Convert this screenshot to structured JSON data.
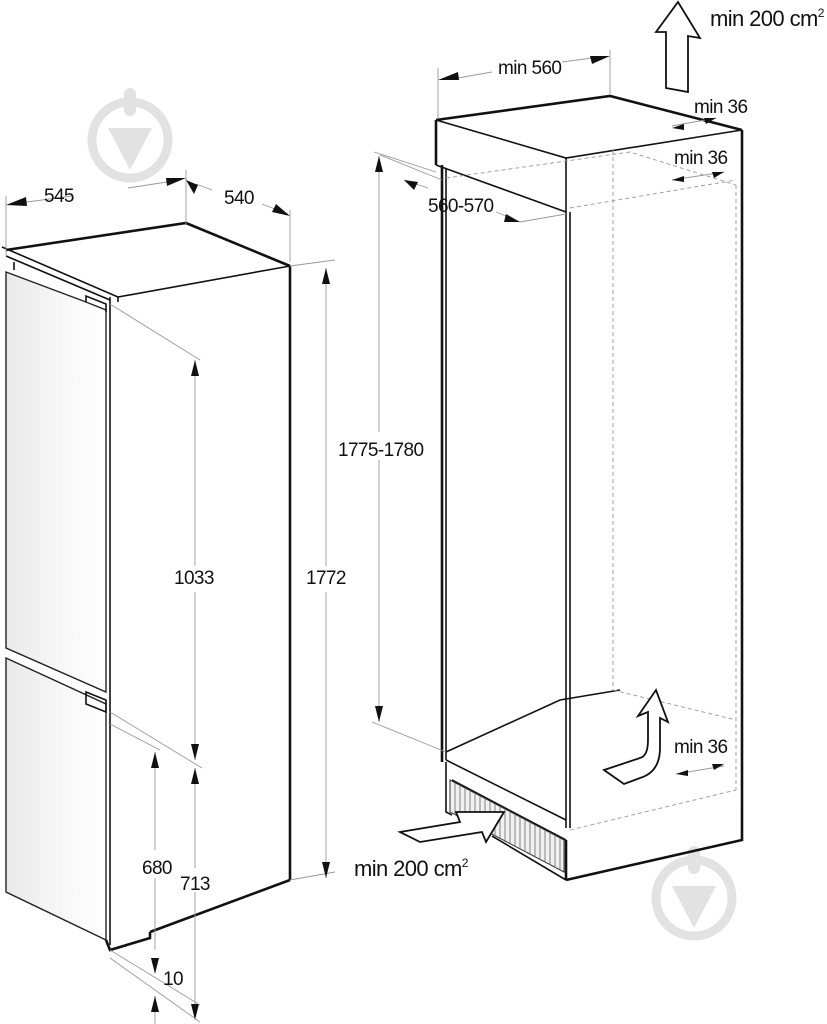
{
  "diagram": {
    "type": "built-in refrigerator installation dimensions",
    "units": "mm",
    "colors": {
      "line": "#111111",
      "dimension_line": "#999999",
      "watermark": "#e2e2e2",
      "background": "#ffffff"
    },
    "appliance": {
      "name": "refrigerator",
      "width": "545",
      "depth": "540",
      "height_total": "1772",
      "upper_door_height": "1033",
      "lower_door_height": "680",
      "lower_section_height": "713",
      "bottom_gap": "10"
    },
    "niche": {
      "name": "cabinet niche",
      "width": "min 560",
      "depth": "560-570",
      "height": "1775-1780",
      "top_clearance_back": "min 36",
      "top_clearance_side": "min 36",
      "bottom_clearance": "min 36",
      "vent_top": {
        "value": "min 200 cm",
        "sup": "2"
      },
      "vent_bottom": {
        "value": "min 200 cm",
        "sup": "2"
      }
    },
    "icons": [
      "watermark-logo-icon",
      "airflow-up-arrow-icon",
      "airflow-in-arrow-icon",
      "airflow-curved-arrow-icon",
      "ventilation-grille-icon"
    ]
  }
}
